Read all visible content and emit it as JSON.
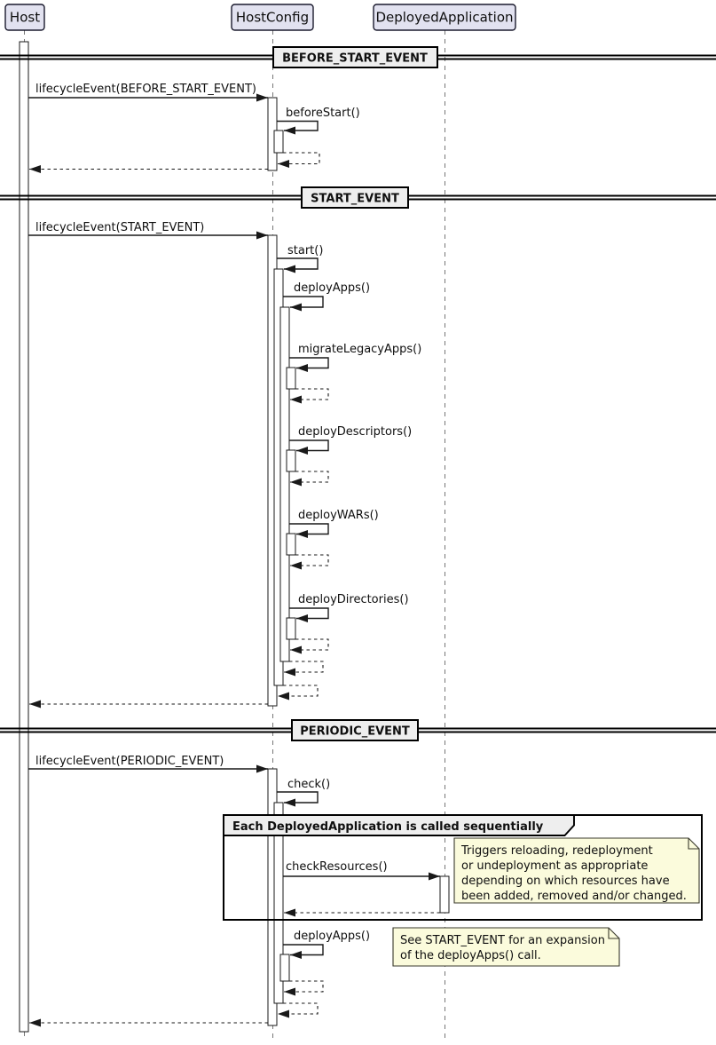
{
  "participants": [
    {
      "name": "Host"
    },
    {
      "name": "HostConfig"
    },
    {
      "name": "DeployedApplication"
    }
  ],
  "sections": [
    {
      "divider": "BEFORE_START_EVENT",
      "messages": {
        "lifecycle": "lifecycleEvent(BEFORE_START_EVENT)",
        "self": "beforeStart()"
      }
    },
    {
      "divider": "START_EVENT",
      "messages": {
        "lifecycle": "lifecycleEvent(START_EVENT)",
        "start": "start()",
        "deploy_apps": "deployApps()",
        "sub_calls": [
          "migrateLegacyApps()",
          "deployDescriptors()",
          "deployWARs()",
          "deployDirectories()"
        ]
      }
    },
    {
      "divider": "PERIODIC_EVENT",
      "messages": {
        "lifecycle": "lifecycleEvent(PERIODIC_EVENT)",
        "check": "check()",
        "check_resources": "checkResources()",
        "deploy_apps": "deployApps()"
      },
      "group_label": "Each DeployedApplication is called sequentially",
      "notes": [
        {
          "lines": [
            "Triggers reloading, redeployment",
            "or undeployment as appropriate",
            "depending on which resources have",
            "been added, removed and/or changed."
          ]
        },
        {
          "lines": [
            "See START_EVENT for an expansion",
            "of the deployApps() call."
          ]
        }
      ]
    }
  ],
  "colors": {
    "participant_fill": "#e2e2f0",
    "divider_fill": "#eeeeee",
    "group_header_fill": "#eeeeee",
    "note_fill": "#fbfbdc",
    "line": "#191919",
    "lifeline": "#777777"
  }
}
